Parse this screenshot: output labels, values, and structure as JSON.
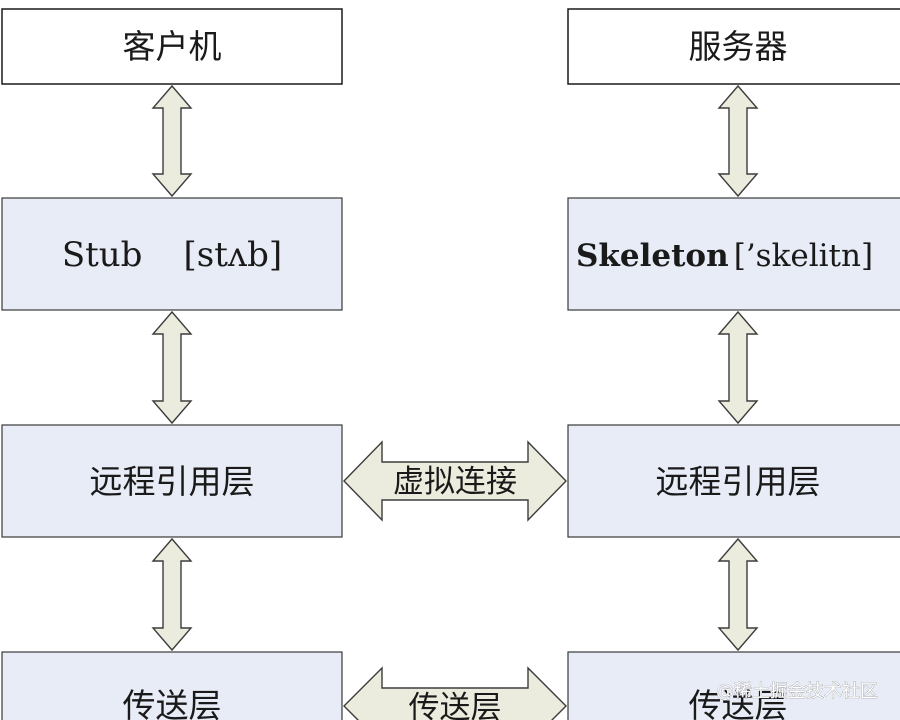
{
  "client": {
    "title": "客户机",
    "stub_label": "Stub",
    "stub_phonetic": "[stʌb]",
    "remote_ref_label": "远程引用层",
    "transport_label": "传送层"
  },
  "server": {
    "title": "服务器",
    "skeleton_label": "Skeleton",
    "skeleton_phonetic": "[’skelitn]",
    "remote_ref_label": "远程引用层",
    "transport_label": "传送层"
  },
  "connections": {
    "virtual_label": "虚拟连接",
    "transport_label": "传送层"
  },
  "watermark": "@稀土掘金技术社区",
  "colors": {
    "layer_fill": "#e8ecf6",
    "arrow_fill": "#ececde",
    "outline": "#1a1a1a"
  }
}
